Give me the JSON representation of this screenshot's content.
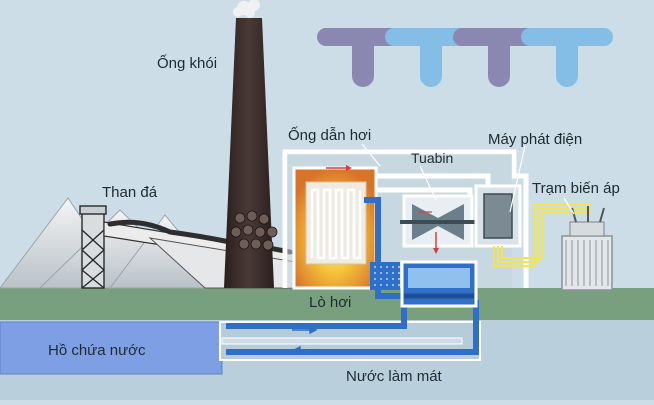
{
  "labels": {
    "chimney": "Ống khói",
    "coal": "Than đá",
    "steam_pipe": "Ống dẫn hơi",
    "turbine": "Tuabin",
    "generator": "Máy phát điện",
    "substation": "Trạm biến áp",
    "boiler": "Lò hơi",
    "reservoir": "Hồ chứa nước",
    "cooling_water": "Nước làm mát"
  },
  "logo": {
    "text": "TTTT"
  },
  "colors": {
    "background": "#ccdde7",
    "ground": "#78a07e",
    "reservoir": "#7f9fe4",
    "water_pipe": "#2f6fc8",
    "chimney": "#3a2c2a",
    "fire": "#f2b12a",
    "electric_line": "#f2e54d",
    "logo_dark": "#8a88b0",
    "logo_light": "#84bde6"
  }
}
